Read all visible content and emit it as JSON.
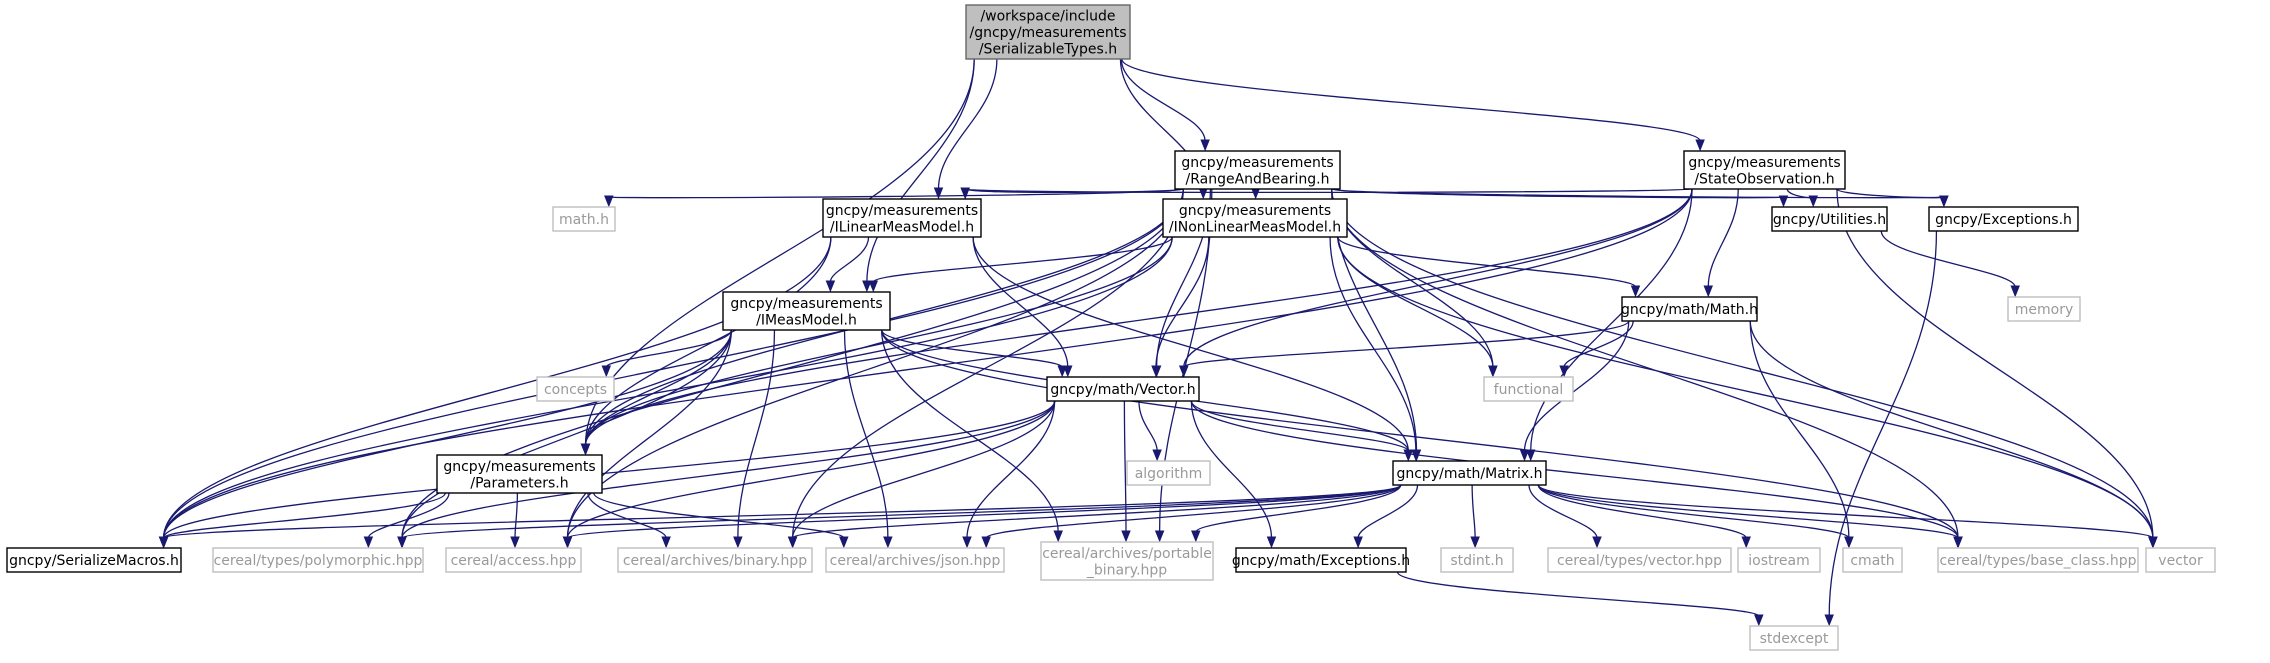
{
  "colors": {
    "edge": "#191970",
    "root_fill": "#bfbfbf",
    "external_text": "#9a9a9a"
  },
  "nodes": [
    {
      "id": "root",
      "kind": "root",
      "lines": [
        "/workspace/include",
        "/gncpy/measurements",
        "/SerializableTypes.h"
      ]
    },
    {
      "id": "rab",
      "kind": "internal",
      "lines": [
        "gncpy/measurements",
        "/RangeAndBearing.h"
      ]
    },
    {
      "id": "so",
      "kind": "internal",
      "lines": [
        "gncpy/measurements",
        "/StateObservation.h"
      ]
    },
    {
      "id": "ilm",
      "kind": "internal",
      "lines": [
        "gncpy/measurements",
        "/ILinearMeasModel.h"
      ]
    },
    {
      "id": "inlm",
      "kind": "internal",
      "lines": [
        "gncpy/measurements",
        "/INonLinearMeasModel.h"
      ]
    },
    {
      "id": "util",
      "kind": "internal",
      "lines": [
        "gncpy/Utilities.h"
      ]
    },
    {
      "id": "exc",
      "kind": "internal",
      "lines": [
        "gncpy/Exceptions.h"
      ]
    },
    {
      "id": "mathh",
      "kind": "external",
      "lines": [
        "math.h"
      ]
    },
    {
      "id": "imm",
      "kind": "internal",
      "lines": [
        "gncpy/measurements",
        "/IMeasModel.h"
      ]
    },
    {
      "id": "gmath",
      "kind": "internal",
      "lines": [
        "gncpy/math/Math.h"
      ]
    },
    {
      "id": "memory",
      "kind": "external",
      "lines": [
        "memory"
      ]
    },
    {
      "id": "concepts",
      "kind": "external",
      "lines": [
        "concepts"
      ]
    },
    {
      "id": "vec",
      "kind": "internal",
      "lines": [
        "gncpy/math/Vector.h"
      ]
    },
    {
      "id": "functional",
      "kind": "external",
      "lines": [
        "functional"
      ]
    },
    {
      "id": "params",
      "kind": "internal",
      "lines": [
        "gncpy/measurements",
        "/Parameters.h"
      ]
    },
    {
      "id": "algorithm",
      "kind": "external",
      "lines": [
        "algorithm"
      ]
    },
    {
      "id": "matrix",
      "kind": "internal",
      "lines": [
        "gncpy/math/Matrix.h"
      ]
    },
    {
      "id": "sermac",
      "kind": "internal",
      "lines": [
        "gncpy/SerializeMacros.h"
      ]
    },
    {
      "id": "polym",
      "kind": "external",
      "lines": [
        "cereal/types/polymorphic.hpp"
      ]
    },
    {
      "id": "access",
      "kind": "external",
      "lines": [
        "cereal/access.hpp"
      ]
    },
    {
      "id": "binary",
      "kind": "external",
      "lines": [
        "cereal/archives/binary.hpp"
      ]
    },
    {
      "id": "json",
      "kind": "external",
      "lines": [
        "cereal/archives/json.hpp"
      ]
    },
    {
      "id": "portable",
      "kind": "external",
      "lines": [
        "cereal/archives/portable",
        "_binary.hpp"
      ]
    },
    {
      "id": "mexc",
      "kind": "internal",
      "lines": [
        "gncpy/math/Exceptions.h"
      ]
    },
    {
      "id": "stdint",
      "kind": "external",
      "lines": [
        "stdint.h"
      ]
    },
    {
      "id": "tvector",
      "kind": "external",
      "lines": [
        "cereal/types/vector.hpp"
      ]
    },
    {
      "id": "iostream",
      "kind": "external",
      "lines": [
        "iostream"
      ]
    },
    {
      "id": "cmath",
      "kind": "external",
      "lines": [
        "cmath"
      ]
    },
    {
      "id": "baseclass",
      "kind": "external",
      "lines": [
        "cereal/types/base_class.hpp"
      ]
    },
    {
      "id": "vector",
      "kind": "external",
      "lines": [
        "vector"
      ]
    },
    {
      "id": "stdexcept",
      "kind": "external",
      "lines": [
        "stdexcept"
      ]
    }
  ],
  "edges": [
    [
      "root",
      "rab"
    ],
    [
      "root",
      "so"
    ],
    [
      "root",
      "ilm"
    ],
    [
      "root",
      "inlm"
    ],
    [
      "root",
      "imm"
    ],
    [
      "root",
      "params"
    ],
    [
      "rab",
      "util"
    ],
    [
      "rab",
      "exc"
    ],
    [
      "rab",
      "mathh"
    ],
    [
      "rab",
      "ilm"
    ],
    [
      "rab",
      "inlm"
    ],
    [
      "rab",
      "vec"
    ],
    [
      "rab",
      "matrix"
    ],
    [
      "rab",
      "params"
    ],
    [
      "rab",
      "sermac"
    ],
    [
      "rab",
      "polym"
    ],
    [
      "rab",
      "access"
    ],
    [
      "rab",
      "binary"
    ],
    [
      "rab",
      "portable"
    ],
    [
      "rab",
      "functional"
    ],
    [
      "rab",
      "baseclass"
    ],
    [
      "rab",
      "vector"
    ],
    [
      "so",
      "util"
    ],
    [
      "so",
      "exc"
    ],
    [
      "so",
      "ilm"
    ],
    [
      "so",
      "vec"
    ],
    [
      "so",
      "matrix"
    ],
    [
      "so",
      "gmath"
    ],
    [
      "so",
      "params"
    ],
    [
      "so",
      "sermac"
    ],
    [
      "so",
      "vector"
    ],
    [
      "ilm",
      "imm"
    ],
    [
      "ilm",
      "vec"
    ],
    [
      "ilm",
      "matrix"
    ],
    [
      "ilm",
      "params"
    ],
    [
      "ilm",
      "sermac"
    ],
    [
      "inlm",
      "imm"
    ],
    [
      "inlm",
      "gmath"
    ],
    [
      "inlm",
      "vec"
    ],
    [
      "inlm",
      "matrix"
    ],
    [
      "inlm",
      "functional"
    ],
    [
      "inlm",
      "params"
    ],
    [
      "inlm",
      "sermac"
    ],
    [
      "inlm",
      "vector"
    ],
    [
      "util",
      "memory"
    ],
    [
      "exc",
      "stdexcept"
    ],
    [
      "imm",
      "concepts"
    ],
    [
      "imm",
      "vec"
    ],
    [
      "imm",
      "matrix"
    ],
    [
      "imm",
      "params"
    ],
    [
      "imm",
      "sermac"
    ],
    [
      "imm",
      "polym"
    ],
    [
      "imm",
      "access"
    ],
    [
      "imm",
      "binary"
    ],
    [
      "imm",
      "json"
    ],
    [
      "imm",
      "portable"
    ],
    [
      "imm",
      "baseclass"
    ],
    [
      "gmath",
      "vec"
    ],
    [
      "gmath",
      "matrix"
    ],
    [
      "gmath",
      "functional"
    ],
    [
      "gmath",
      "cmath"
    ],
    [
      "gmath",
      "vector"
    ],
    [
      "vec",
      "algorithm"
    ],
    [
      "vec",
      "matrix"
    ],
    [
      "vec",
      "mexc"
    ],
    [
      "vec",
      "sermac"
    ],
    [
      "vec",
      "polym"
    ],
    [
      "vec",
      "access"
    ],
    [
      "vec",
      "binary"
    ],
    [
      "vec",
      "json"
    ],
    [
      "vec",
      "portable"
    ],
    [
      "vec",
      "baseclass"
    ],
    [
      "params",
      "sermac"
    ],
    [
      "params",
      "polym"
    ],
    [
      "params",
      "access"
    ],
    [
      "params",
      "binary"
    ],
    [
      "params",
      "json"
    ],
    [
      "matrix",
      "mexc"
    ],
    [
      "matrix",
      "stdint"
    ],
    [
      "matrix",
      "tvector"
    ],
    [
      "matrix",
      "iostream"
    ],
    [
      "matrix",
      "cmath"
    ],
    [
      "matrix",
      "baseclass"
    ],
    [
      "matrix",
      "vector"
    ],
    [
      "matrix",
      "sermac"
    ],
    [
      "matrix",
      "polym"
    ],
    [
      "matrix",
      "access"
    ],
    [
      "matrix",
      "binary"
    ],
    [
      "matrix",
      "json"
    ],
    [
      "matrix",
      "portable"
    ],
    [
      "mexc",
      "stdexcept"
    ]
  ]
}
